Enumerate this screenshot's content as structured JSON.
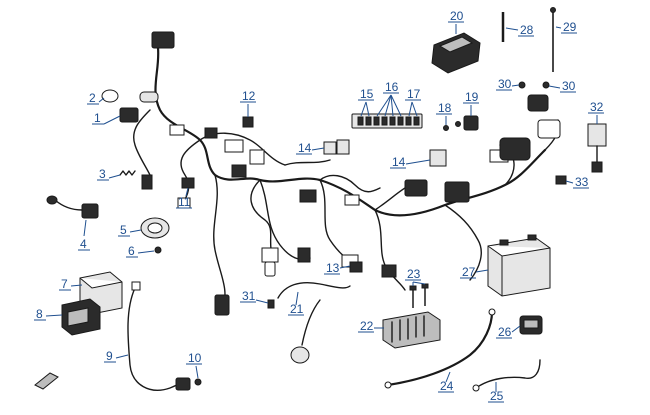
{
  "diagram": {
    "callouts": [
      "1",
      "2",
      "3",
      "4",
      "5",
      "6",
      "7",
      "8",
      "9",
      "10",
      "11",
      "12",
      "13",
      "14",
      "14",
      "15",
      "16",
      "17",
      "18",
      "19",
      "20",
      "21",
      "22",
      "23",
      "24",
      "25",
      "26",
      "27",
      "28",
      "29",
      "30",
      "30",
      "31",
      "32",
      "33"
    ]
  }
}
